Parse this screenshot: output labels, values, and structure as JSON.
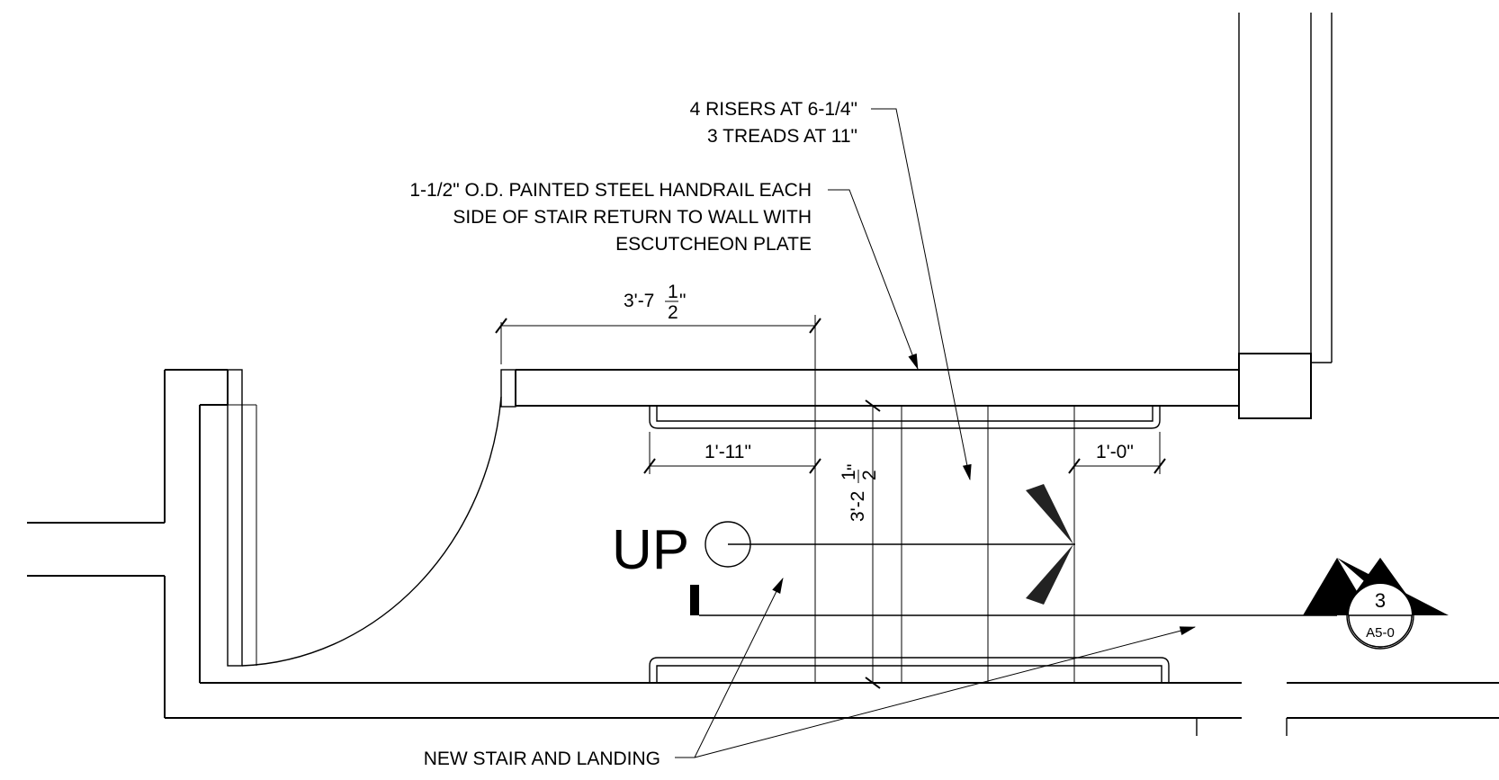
{
  "notes": {
    "risers_line1": "4 RISERS AT 6-1/4\"",
    "risers_line2": "3 TREADS AT 11\"",
    "handrail_line1": "1-1/2\" O.D. PAINTED STEEL HANDRAIL EACH",
    "handrail_line2": "SIDE OF STAIR RETURN TO WALL WITH",
    "handrail_line3": "ESCUTCHEON PLATE",
    "new_stair": "NEW STAIR AND LANDING"
  },
  "dimensions": {
    "door_width": {
      "main": "3'-7",
      "num": "1",
      "den": "2",
      "tail": "\""
    },
    "landing_left": "1'-11\"",
    "stair_width": {
      "main": "3'-2",
      "num": "1",
      "den": "2",
      "tail": "\""
    },
    "nosing_extension": "1'-0\""
  },
  "up_label": "UP",
  "section_marker": {
    "number": "3",
    "sheet": "A5-0"
  }
}
